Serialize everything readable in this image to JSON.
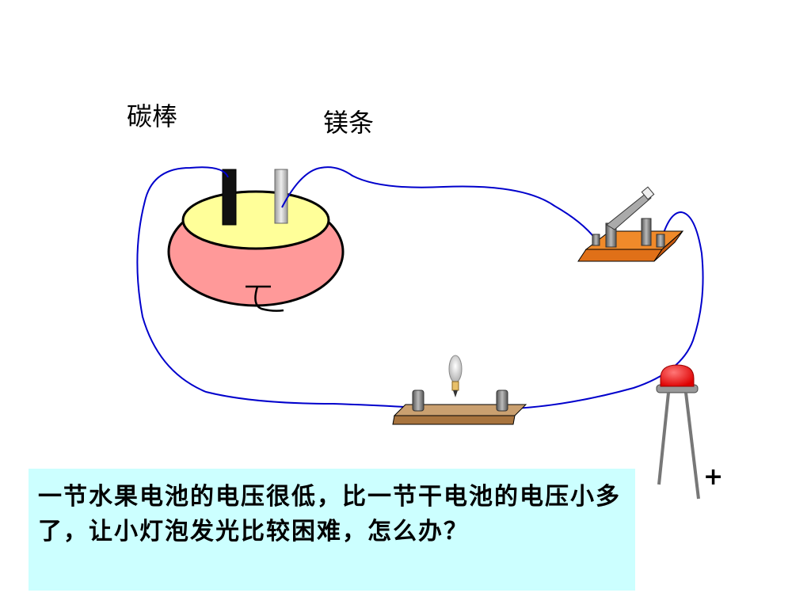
{
  "labels": {
    "carbon_rod": "碳棒",
    "magnesium_strip": "镁条",
    "plus_sign": "+"
  },
  "caption": "一节水果电池的电压很低，比一节干电池的电压小多了，让小灯泡发光比较困难，怎么办？",
  "colors": {
    "wire": "#0000cc",
    "fruit_body": "#ff9999",
    "fruit_top": "#ffff99",
    "carbon_rod": "#111111",
    "magnesium_rod": "#c8c8c8",
    "switch_base": "#e87722",
    "lamp_base": "#b5814f",
    "led_head": "#ee1111",
    "caption_bg": "#ccffff"
  },
  "icons": [
    "fruit-battery-icon",
    "knife-switch-icon",
    "light-bulb-icon",
    "led-icon"
  ]
}
